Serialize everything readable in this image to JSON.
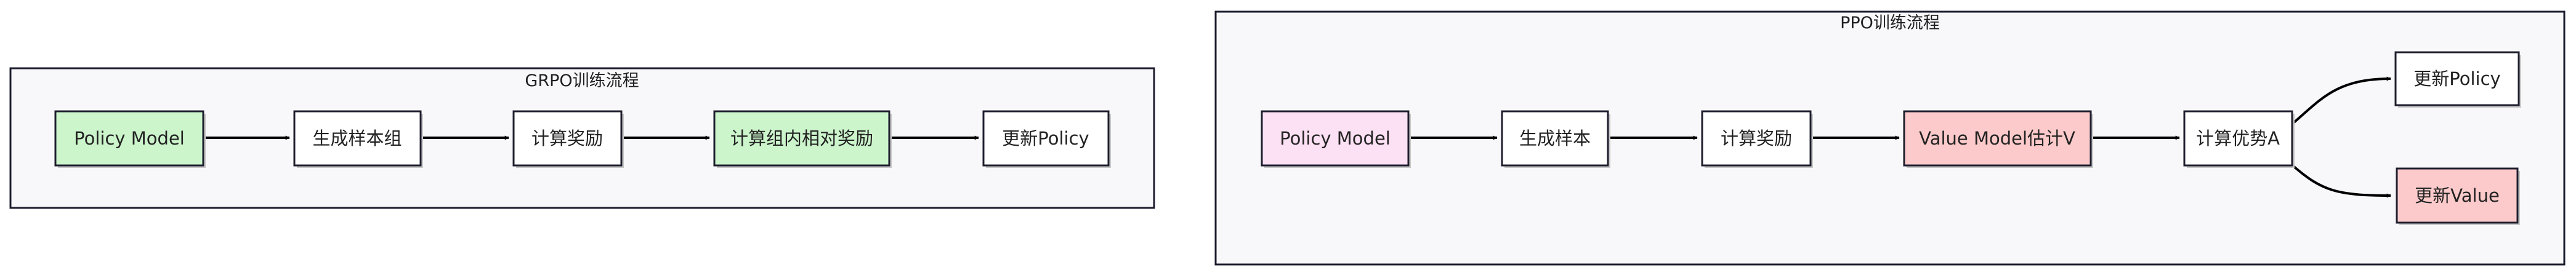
{
  "colors": {
    "green_node": "#ccf5cc",
    "white_node": "#ffffff",
    "pink_node": "#fce0f3",
    "red_node": "#fccaca"
  },
  "grpo": {
    "title": "GRPO训练流程",
    "nodes": {
      "policy_model": "Policy Model",
      "generate_group": "生成样本组",
      "compute_reward": "计算奖励",
      "group_relative": "计算组内相对奖励",
      "update_policy": "更新Policy"
    }
  },
  "ppo": {
    "title": "PPO训练流程",
    "nodes": {
      "policy_model": "Policy Model",
      "generate_samples": "生成样本",
      "compute_reward": "计算奖励",
      "value_model": "Value Model估计V",
      "compute_advantage": "计算优势A",
      "update_policy": "更新Policy",
      "update_value": "更新Value"
    }
  }
}
